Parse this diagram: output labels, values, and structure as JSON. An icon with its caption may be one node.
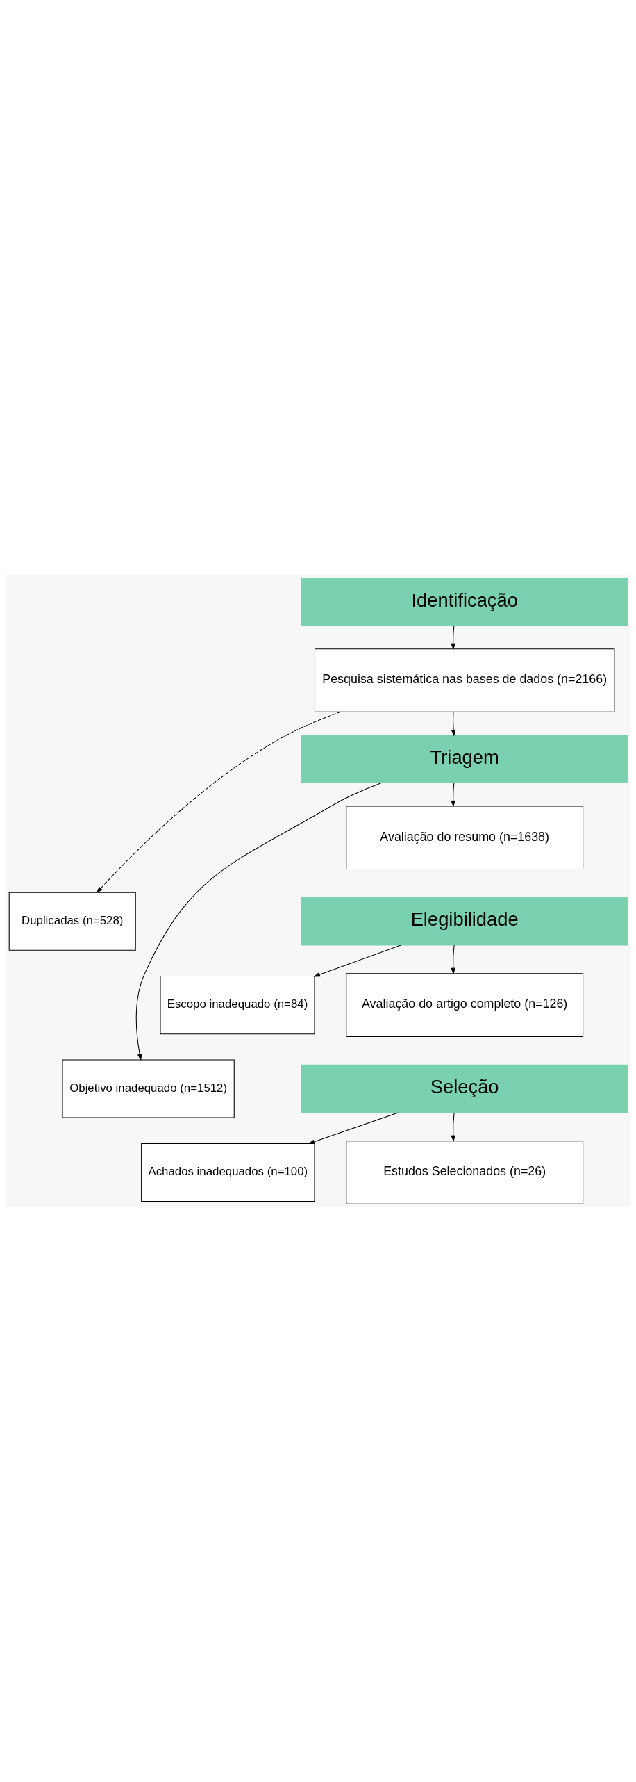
{
  "diagram": {
    "nodes": [
      {
        "text": [
          "Identificação"
        ]
      },
      {
        "text": [
          "Pesquisa sistemática nas bases de dados (n=2166)"
        ]
      },
      {
        "text": [
          "Duplicadas (n=528)"
        ]
      },
      {
        "text": [
          "Triagem"
        ]
      },
      {
        "text": [
          "Objetivo inadequado (n=1512)"
        ]
      },
      {
        "text": [
          "Avaliação do resumo (n=1638)"
        ]
      },
      {
        "text": [
          "Elegibilidade"
        ]
      },
      {
        "text": [
          "Escopo inadequado (n=84)"
        ]
      },
      {
        "text": [
          "Avaliação do artigo completo (n=126)"
        ]
      },
      {
        "text": [
          "Seleção"
        ]
      },
      {
        "text": [
          "Achados inadequados (n=100)"
        ]
      },
      {
        "text": [
          "Estudos Selecionados (n=26)"
        ]
      }
    ],
    "edges": [
      {
        "from": 0,
        "to": 1,
        "arrow": "to"
      },
      {
        "from": 1,
        "to": 2,
        "arrow": "to",
        "style": "dashed"
      },
      {
        "from": 1,
        "to": 3,
        "arrow": "to"
      },
      {
        "from": 3,
        "to": 4,
        "arrow": "to"
      },
      {
        "from": 3,
        "to": 5,
        "arrow": "to"
      },
      {
        "from": 6,
        "to": 7,
        "arrow": "to"
      },
      {
        "from": 6,
        "to": 8,
        "arrow": "to"
      },
      {
        "from": 9,
        "to": 10,
        "arrow": "to"
      },
      {
        "from": 9,
        "to": 11,
        "arrow": "to"
      }
    ]
  }
}
